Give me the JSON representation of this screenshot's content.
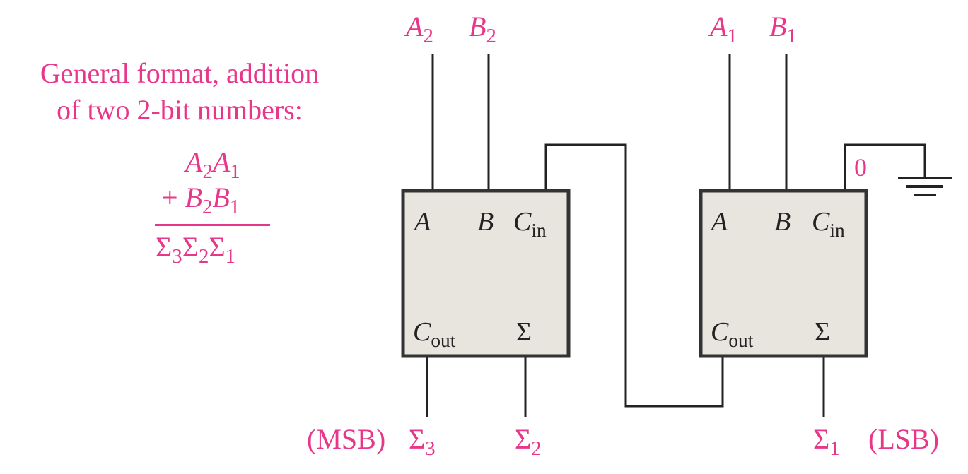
{
  "note": {
    "line1": "General format, addition",
    "line2": "of two 2-bit numbers:",
    "row1": {
      "a2": "A",
      "a2_sub": "2",
      "a1": "A",
      "a1_sub": "1"
    },
    "row2": {
      "plus": "+ ",
      "b2": "B",
      "b2_sub": "2",
      "b1": "B",
      "b1_sub": "1"
    },
    "row3": {
      "s3": "Σ",
      "s3_sub": "3",
      "s2": "Σ",
      "s2_sub": "2",
      "s1": "Σ",
      "s1_sub": "1"
    }
  },
  "inputs": {
    "a2": {
      "letter": "A",
      "sub": "2"
    },
    "b2": {
      "letter": "B",
      "sub": "2"
    },
    "a1": {
      "letter": "A",
      "sub": "1"
    },
    "b1": {
      "letter": "B",
      "sub": "1"
    }
  },
  "adder_msb": {
    "a": "A",
    "b": "B",
    "cin": "C",
    "cin_sub": "in",
    "cout": "C",
    "cout_sub": "out",
    "sum": "Σ"
  },
  "adder_lsb": {
    "a": "A",
    "b": "B",
    "cin": "C",
    "cin_sub": "in",
    "cout": "C",
    "cout_sub": "out",
    "sum": "Σ"
  },
  "ground_value": "0",
  "outputs": {
    "msb_tag": "(MSB)",
    "s3": {
      "letter": "Σ",
      "sub": "3"
    },
    "s2": {
      "letter": "Σ",
      "sub": "2"
    },
    "s1": {
      "letter": "Σ",
      "sub": "1"
    },
    "lsb_tag": "(LSB)"
  },
  "colors": {
    "accent": "#e8378a",
    "block_fill": "#e8e5df",
    "wire": "#222222"
  }
}
